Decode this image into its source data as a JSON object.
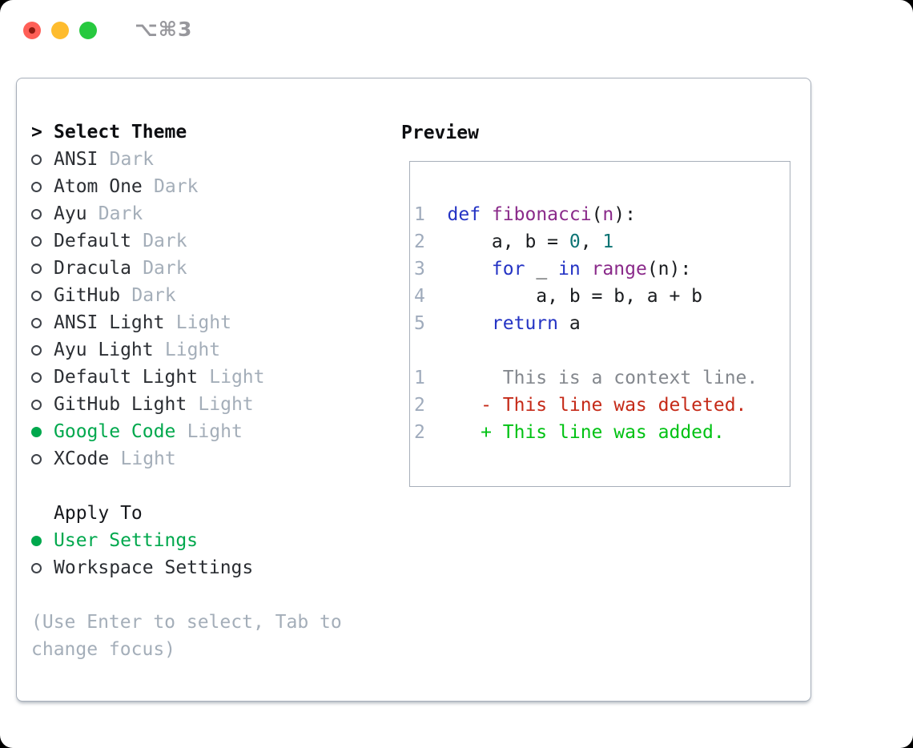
{
  "titlebar": {
    "title": "⌥⌘3"
  },
  "colors": {
    "accent": "#00a84d",
    "muted": "#a4aeb9",
    "plaindark": "#3f434a",
    "gutter": "#9fabbc",
    "plain": "#1a1c1f",
    "kw": "#2433c4",
    "fn": "#8a2a8a",
    "numc": "#0d7474",
    "ctx": "#84888e",
    "del": "#c52a18",
    "add": "#00c213"
  },
  "theme_panel": {
    "prompt": ">",
    "header": "Select Theme",
    "items": [
      {
        "name": "ANSI",
        "variant": "Dark",
        "selected": false
      },
      {
        "name": "Atom One",
        "variant": "Dark",
        "selected": false
      },
      {
        "name": "Ayu",
        "variant": "Dark",
        "selected": false
      },
      {
        "name": "Default",
        "variant": "Dark",
        "selected": false
      },
      {
        "name": "Dracula",
        "variant": "Dark",
        "selected": false
      },
      {
        "name": "GitHub",
        "variant": "Dark",
        "selected": false
      },
      {
        "name": "ANSI Light",
        "variant": "Light",
        "selected": false
      },
      {
        "name": "Ayu Light",
        "variant": "Light",
        "selected": false
      },
      {
        "name": "Default Light",
        "variant": "Light",
        "selected": false
      },
      {
        "name": "GitHub Light",
        "variant": "Light",
        "selected": false
      },
      {
        "name": "Google Code",
        "variant": "Light",
        "selected": true
      },
      {
        "name": "XCode",
        "variant": "Light",
        "selected": false
      }
    ],
    "apply_header": "Apply To",
    "apply_options": [
      {
        "name": "User Settings",
        "selected": true
      },
      {
        "name": "Workspace Settings",
        "selected": false
      }
    ],
    "help": "(Use Enter to select, Tab to change focus)"
  },
  "preview": {
    "header": "Preview",
    "lines": [
      {
        "num": "1",
        "segs": [
          [
            "def",
            "kw"
          ],
          [
            " ",
            "pl"
          ],
          [
            "fibonacci",
            "fn"
          ],
          [
            "(",
            "pl"
          ],
          [
            "n",
            "fn"
          ],
          [
            "):",
            "pl"
          ]
        ]
      },
      {
        "num": "2",
        "segs": [
          [
            "    a, b = ",
            "pl"
          ],
          [
            "0",
            "num"
          ],
          [
            ", ",
            "pl"
          ],
          [
            "1",
            "num"
          ]
        ]
      },
      {
        "num": "3",
        "segs": [
          [
            "    ",
            "pl"
          ],
          [
            "for",
            "kw"
          ],
          [
            " _ ",
            "pl"
          ],
          [
            "in",
            "kw"
          ],
          [
            " ",
            "pl"
          ],
          [
            "range",
            "fn"
          ],
          [
            "(n):",
            "pl"
          ]
        ]
      },
      {
        "num": "4",
        "segs": [
          [
            "        a, b = b, a + b",
            "pl"
          ]
        ]
      },
      {
        "num": "5",
        "segs": [
          [
            "    ",
            "pl"
          ],
          [
            "return",
            "kw"
          ],
          [
            " a",
            "pl"
          ]
        ]
      },
      {
        "num": "",
        "segs": []
      },
      {
        "num": "1",
        "segs": [
          [
            "     This is a context line.",
            "ctx"
          ]
        ]
      },
      {
        "num": "2",
        "segs": [
          [
            "   - This line was deleted.",
            "del"
          ]
        ]
      },
      {
        "num": "2",
        "segs": [
          [
            "   + This line was added.",
            "add"
          ]
        ]
      }
    ]
  }
}
